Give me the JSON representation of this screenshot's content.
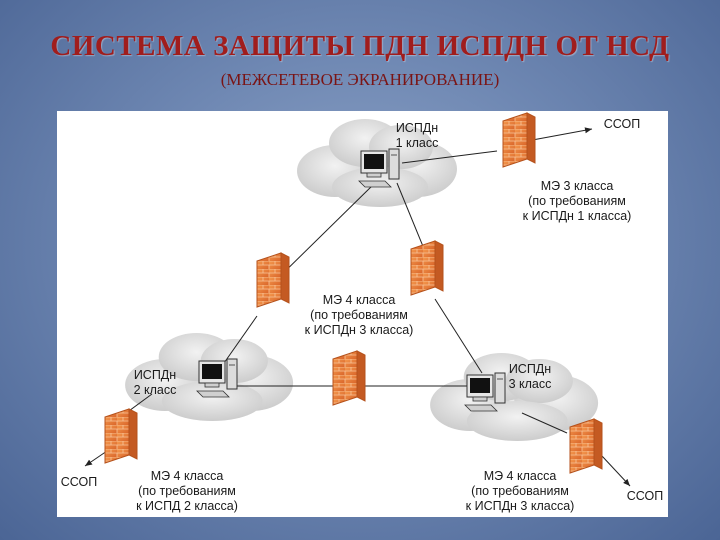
{
  "title": "СИСТЕМА ЗАЩИТЫ ПДН ИСПДН ОТ НСД",
  "subtitle": "(МЕЖСЕТЕВОЕ ЭКРАНИРОВАНИЕ)",
  "nodes": {
    "ispdn1": {
      "name": "ИСПДн",
      "class": "1 класс"
    },
    "ispdn2": {
      "name": "ИСПДн",
      "class": "2 класс"
    },
    "ispdn3": {
      "name": "ИСПДн",
      "class": "3 класс"
    }
  },
  "external": {
    "top_right": "ССОП",
    "bottom_left": "ССОП",
    "bottom_right": "ССОП"
  },
  "firewall_labels": {
    "fw1": [
      "МЭ 3 класса",
      "(по требованиям",
      "к ИСПДн 1 класса)"
    ],
    "center": [
      "МЭ 4 класса",
      "(по требованиям",
      "к ИСПДн 3 класса)"
    ],
    "fw2": [
      "МЭ 4 класса",
      "(по требованиям",
      "к ИСПД 2 класса)"
    ],
    "fw3": [
      "МЭ 4 класса",
      "(по требованиям",
      "к ИСПДн 3 класса)"
    ]
  },
  "colors": {
    "title": "#a01d1d",
    "firewall": "#e67a2e",
    "cloud": "#d9d9d9"
  }
}
